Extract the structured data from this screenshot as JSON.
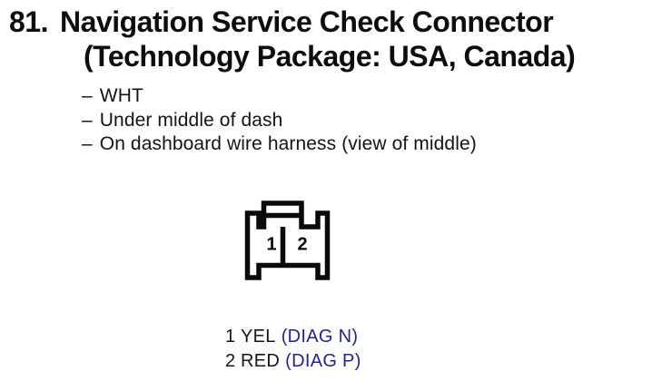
{
  "page": {
    "background": "#ffffff",
    "text_color": "#141414",
    "accent_blue": "#22229a"
  },
  "title": {
    "number": "81.",
    "line1": "Navigation Service Check Connector",
    "line2": "(Technology Package: USA, Canada)"
  },
  "notes": {
    "marker": "–",
    "items": [
      {
        "text": "WHT"
      },
      {
        "text": "Under middle of dash"
      },
      {
        "text": "On dashboard wire harness (view of middle)"
      }
    ]
  },
  "connector": {
    "description": "2-pin connector, face view, locking tab on top",
    "cavities": [
      {
        "label": "1"
      },
      {
        "label": "2"
      }
    ]
  },
  "pins": {
    "rows": [
      {
        "number": "1",
        "wire_color": "YEL",
        "signal": "(DIAG N)"
      },
      {
        "number": "2",
        "wire_color": "RED",
        "signal": "(DIAG P)"
      }
    ]
  }
}
